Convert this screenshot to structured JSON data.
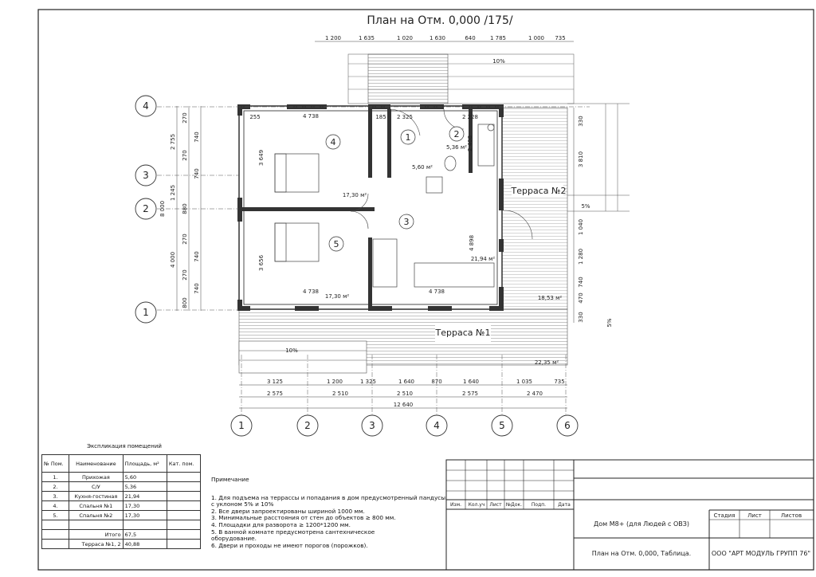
{
  "title": "План на Отм. 0,000 /175/",
  "dims_top": [
    "1 200",
    "1 635",
    "1 020",
    "1 630",
    "640",
    "1 785",
    "1 000",
    "735"
  ],
  "dims_bottom_1": [
    "3 125",
    "1 200",
    "1 325",
    "1 640",
    "870",
    "1 640",
    "1 035",
    "735"
  ],
  "dims_bottom_2": [
    "2 575",
    "2 510",
    "2 510",
    "2 575",
    "2 470"
  ],
  "dim_total": "12 640",
  "dims_left_outer": [
    "2 755",
    "1 245",
    "4 000"
  ],
  "dim_left_total": "8 000",
  "dims_left_inner": [
    "270",
    "740",
    "270",
    "740",
    "880",
    "270",
    "740",
    "270",
    "740",
    "800"
  ],
  "dims_right": [
    "330",
    "3 810",
    "1 040",
    "1 280",
    "740",
    "470",
    "330"
  ],
  "axes_cols": [
    "1",
    "2",
    "3",
    "4",
    "5",
    "6"
  ],
  "axes_rows": [
    "4",
    "3",
    "2",
    "1"
  ],
  "rooms": [
    {
      "num": "1",
      "area": "5,60 м²"
    },
    {
      "num": "2",
      "area": "5,36 м²"
    },
    {
      "num": "3",
      "area": "21,94 м²"
    },
    {
      "num": "4",
      "area": "17,30 м²"
    },
    {
      "num": "5",
      "area": "17,30 м²"
    }
  ],
  "room_dims": {
    "r4_w": "4 738",
    "r4_h": "3 649",
    "r5_w": "4 738",
    "r5_h": "3 656",
    "r1_w": "2 325",
    "r2_w": "2 228",
    "r2_h": "2 408",
    "r3_h": "4 898",
    "r3_w": "4 738",
    "r_185": "185",
    "r_255": "255"
  },
  "terrace1": {
    "label": "Терраса №1",
    "area": "22,35 м²"
  },
  "terrace2": {
    "label": "Терраса №2",
    "area": "18,53 м²"
  },
  "slopes": [
    "10%",
    "10%",
    "5%",
    "5%"
  ],
  "explication": {
    "title": "Экспликация помещений",
    "headers": [
      "№ Пом.",
      "Наименование",
      "Площадь, м²",
      "Кат. пом."
    ],
    "rows": [
      [
        "1.",
        "Прихожая",
        "5,60",
        ""
      ],
      [
        "2.",
        "С/У",
        "5,36",
        ""
      ],
      [
        "3.",
        "Кухня-гостиная",
        "21,94",
        ""
      ],
      [
        "4.",
        "Спальня №1",
        "17,30",
        ""
      ],
      [
        "5.",
        "Спальня №2",
        "17,30",
        ""
      ],
      [
        "",
        "",
        "",
        ""
      ],
      [
        "",
        "Итого",
        "67,5",
        ""
      ],
      [
        "",
        "Терраса №1, 2",
        "40,88",
        ""
      ]
    ]
  },
  "notes": {
    "title": "Примечание",
    "lines": [
      "1. Для подъема на террассы и попадания в дом предусмотренный пандусы",
      "с уклоном 5% и 10%",
      "2. Все двери запроектированы шириной 1000 мм.",
      "3. Минимальные расстояния от стен до объектов ≥ 800 мм.",
      "4. Площадки для разворота ≥ 1200*1200 мм.",
      "5. В ванной комнате предусмотрена сантехническое",
      "оборудование.",
      "6. Двери и проходы не имеют порогов (порожков)."
    ]
  },
  "stamp": {
    "cols": [
      "Изм.",
      "Кол.уч",
      "Лист",
      "№Док.",
      "Подп.",
      "Дата"
    ],
    "project": "Дом М8+ (для Людей с ОВЗ)",
    "sheet_title": "План на Отм. 0,000, Таблица.",
    "stage_hdr": [
      "Стадия",
      "Лист",
      "Листов"
    ],
    "company": "ООО \"АРТ МОДУЛЬ ГРУПП 76\""
  }
}
